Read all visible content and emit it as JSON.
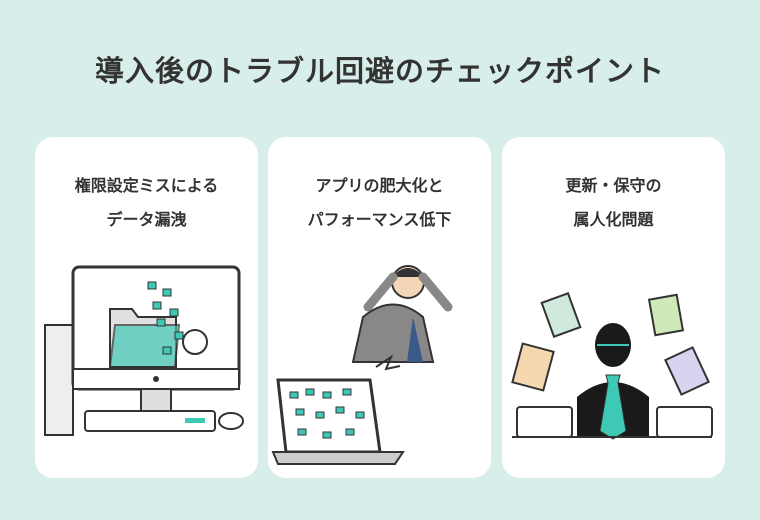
{
  "title": "導入後のトラブル回避のチェックポイント",
  "cards": [
    {
      "line1": "権限設定ミスによる",
      "line2": "データ漏洩"
    },
    {
      "line1": "アプリの肥大化と",
      "line2": "パフォーマンス低下"
    },
    {
      "line1": "更新・保守の",
      "line2": "属人化問題"
    }
  ],
  "colors": {
    "background": "#d7eeea",
    "accent": "#3ec9b6"
  }
}
